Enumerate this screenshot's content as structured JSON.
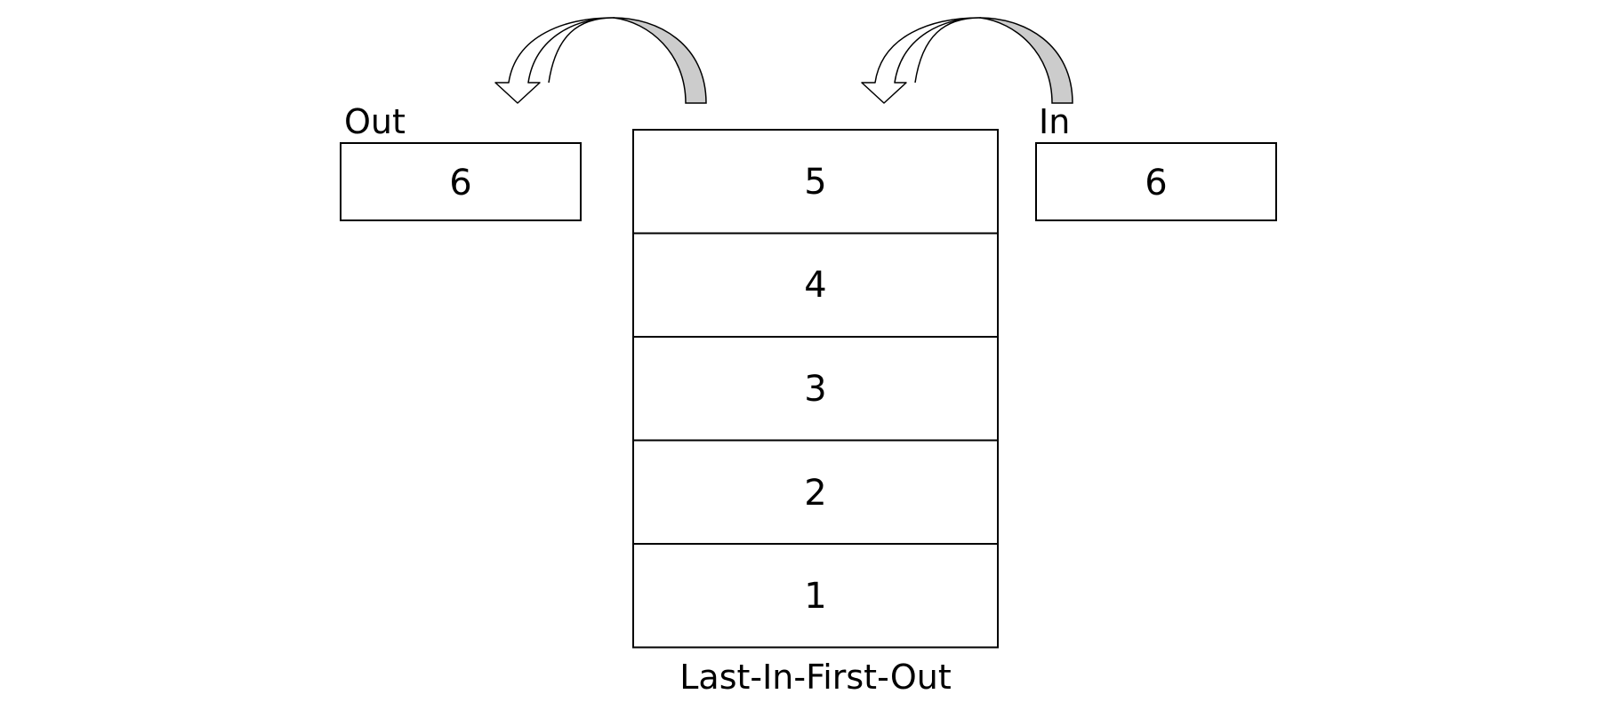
{
  "out_section": {
    "label": "Out",
    "value": "6"
  },
  "in_section": {
    "label": "In",
    "value": "6"
  },
  "stack": {
    "items": [
      "5",
      "4",
      "3",
      "2",
      "1"
    ],
    "caption": "Last-In-First-Out"
  },
  "colors": {
    "stroke": "#000000",
    "arrow_shade": "#cccccc",
    "background": "#ffffff"
  },
  "icons": {
    "pop_arrow": "curved-arrow-left-icon",
    "push_arrow": "curved-arrow-left-icon"
  }
}
